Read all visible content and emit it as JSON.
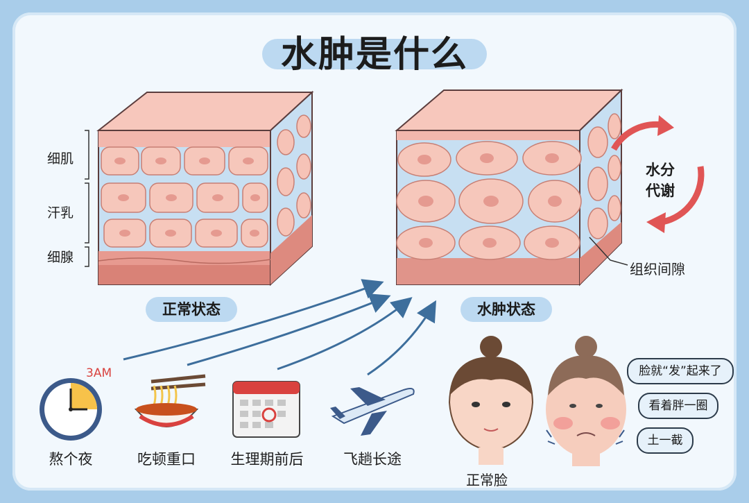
{
  "title": "水肿是什么",
  "layers": [
    "细肌",
    "汗乳",
    "细腺"
  ],
  "normal_label": "正常状态",
  "edema_label": "水肿状态",
  "metabolism": [
    "水分",
    "代谢"
  ],
  "gap_label": "组织间隙",
  "clock_time": "3AM",
  "causes": [
    "熬个夜",
    "吃顿重口",
    "生理期前后",
    "飞趟长途"
  ],
  "face_label": "正常脸",
  "bubbles": [
    "脸就“发”起来了",
    "看着胖一圈",
    "土一截"
  ],
  "colors": {
    "accent": "#bcd9f1",
    "skin": "#f3b3aa",
    "fluid": "#c7dff2",
    "arrow_red": "#e05555"
  }
}
